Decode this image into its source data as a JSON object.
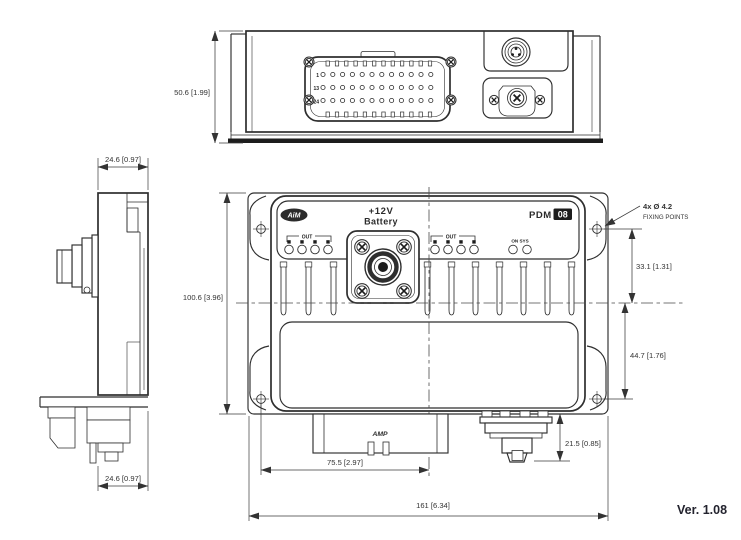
{
  "version_label": "Ver. 1.08",
  "top_view": {
    "dim_height": "50.6 [1.99]",
    "pin_row_labels": [
      "1",
      "13",
      "24"
    ]
  },
  "side_view": {
    "dim_depth_top": "24.6 [0.97]",
    "dim_depth_bottom": "24.6 [0.97]"
  },
  "front_view": {
    "brand": "AiM",
    "power_line1": "+12V",
    "power_line2": "Battery",
    "model_name": "PDM",
    "model_number": "08",
    "out_left": "OUT",
    "out_right": "OUT",
    "status": "ON SYS",
    "amp": "AMP",
    "dim_height": "100.6 [3.96]",
    "dim_fix_top": "33.1 [1.31]",
    "dim_fix_bottom": "44.7 [1.76]",
    "dim_connector_depth": "21.5 [0.85]",
    "dim_amp_offset": "75.5 [2.97]",
    "dim_width": "161 [6.34]",
    "fixing_note1": "4x Ø 4.2",
    "fixing_note2": "FIXING POINTS"
  }
}
